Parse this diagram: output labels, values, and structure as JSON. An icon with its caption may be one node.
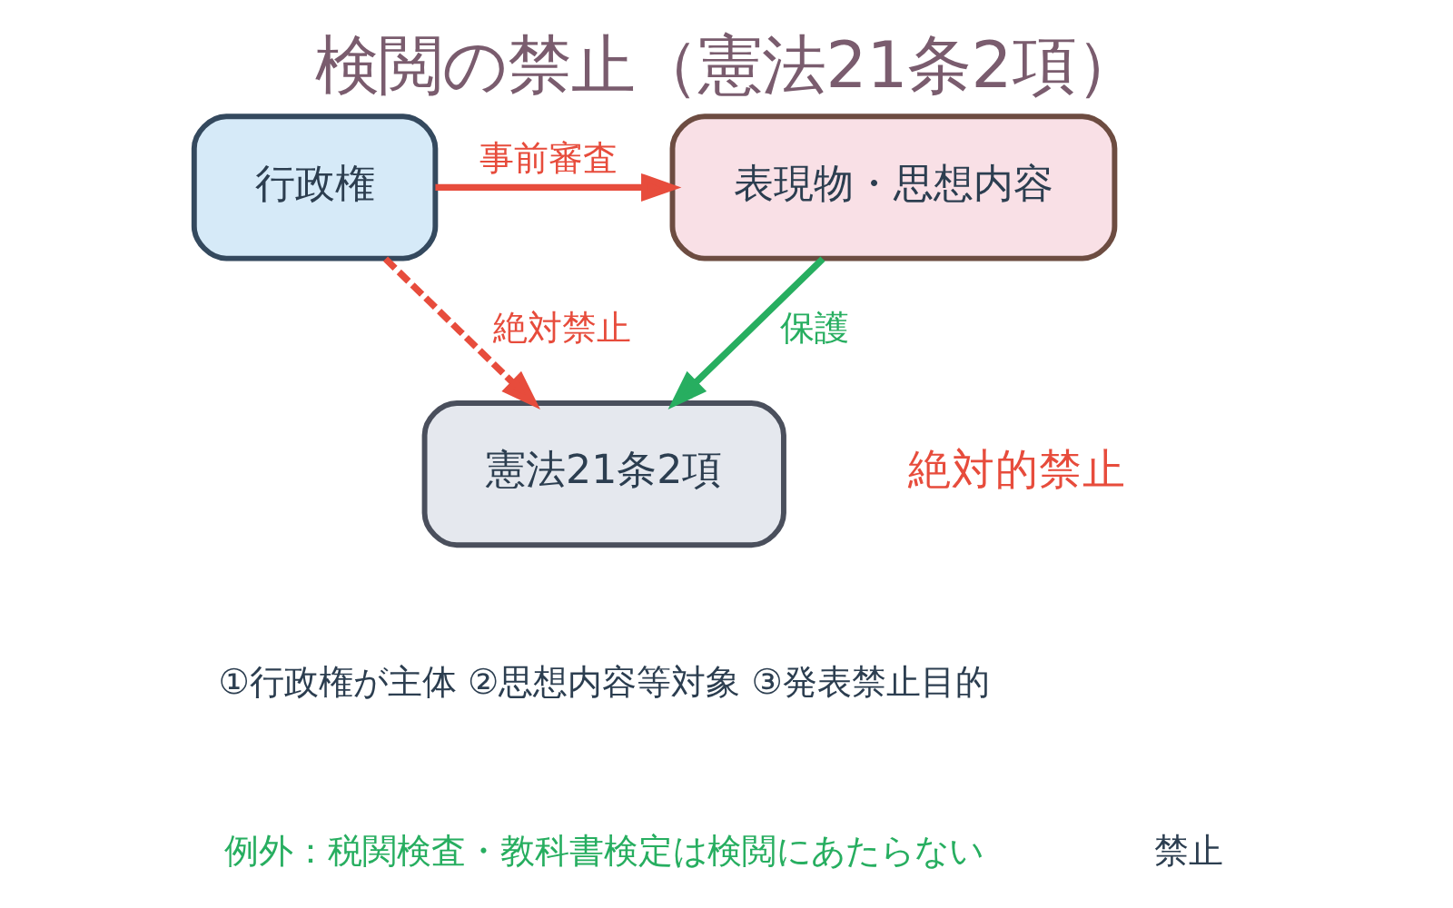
{
  "diagram": {
    "title": "検閲の禁止（憲法21条2項）",
    "nodes": [
      {
        "text": [
          "行政権"
        ]
      },
      {
        "text": [
          "表現物・思想内容"
        ]
      },
      {
        "text": [
          "憲法21条2項"
        ]
      }
    ],
    "edges": [
      {
        "from": 0,
        "to": 1,
        "arrow": "to",
        "label": "事前審査",
        "color": "#e74c3c"
      },
      {
        "from": 0,
        "to": 2,
        "arrow": "to",
        "label": "絶対禁止",
        "style": "dashed",
        "color": "#e74c3c"
      },
      {
        "from": 1,
        "to": 2,
        "arrow": "to",
        "label": "保護",
        "color": "#27ae60"
      }
    ],
    "labels": [
      "絶対的禁止",
      "①行政権が主体 ②思想内容等対象 ③発表禁止目的",
      "例外：税関検査・教科書検定は検閲にあたらない",
      "禁止"
    ]
  }
}
